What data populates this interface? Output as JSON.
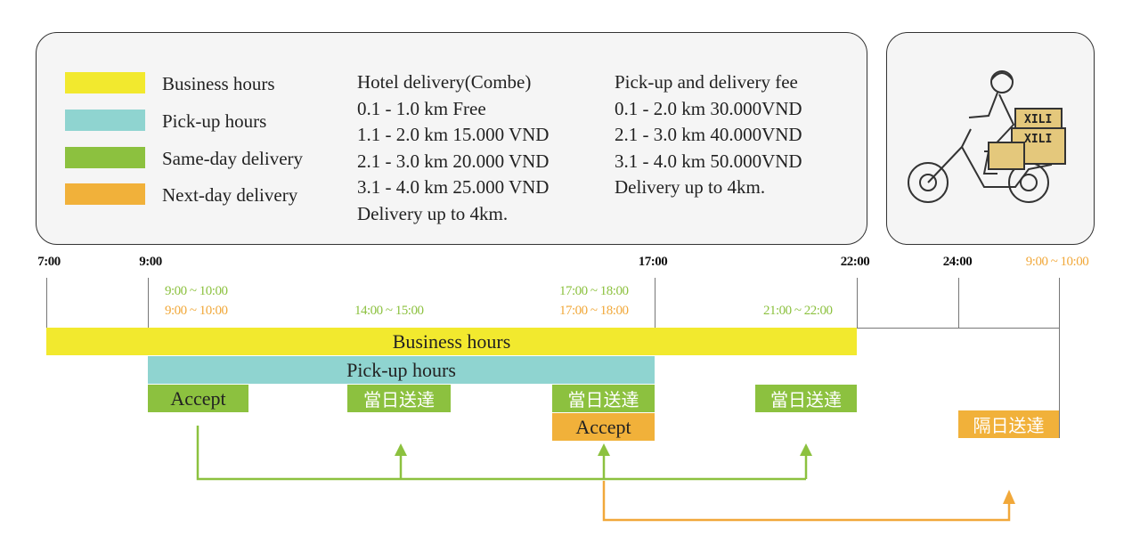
{
  "legend": {
    "items": [
      {
        "label": "Business hours",
        "color": "#f2e92e"
      },
      {
        "label": "Pick-up hours",
        "color": "#8fd4d0"
      },
      {
        "label": "Same-day delivery",
        "color": "#8cc13f"
      },
      {
        "label": "Next-day delivery",
        "color": "#f1b13a"
      }
    ]
  },
  "hotel": [
    "Hotel delivery(Combe)",
    "0.1 - 1.0 km Free",
    "1.1 - 2.0 km 15.000 VND",
    "2.1 - 3.0 km 20.000 VND",
    "3.1 - 4.0 km 25.000 VND",
    "Delivery up to 4km."
  ],
  "pickup_fee": [
    "Pick-up and delivery fee",
    "0.1 - 2.0 km 30.000VND",
    "2.1 - 3.0 km 40.000VND",
    "3.1 - 4.0 km 50.000VND",
    "Delivery up to 4km."
  ],
  "logo_text": "XILI",
  "ticks": [
    "7:00",
    "9:00",
    "17:00",
    "22:00",
    "24:00"
  ],
  "next_day_window": "9:00 ~ 10:00",
  "windows": {
    "green1": "9:00 ~ 10:00",
    "orange1": "9:00 ~ 10:00",
    "green2": "14:00 ~ 15:00",
    "green3": "17:00 ~ 18:00",
    "orange3": "17:00 ~ 18:00",
    "green4": "21:00 ~ 22:00"
  },
  "bars": {
    "business": "Business hours",
    "pickup": "Pick-up hours",
    "accept": "Accept",
    "same_day": "當日送達",
    "next_day": "隔日送達"
  }
}
